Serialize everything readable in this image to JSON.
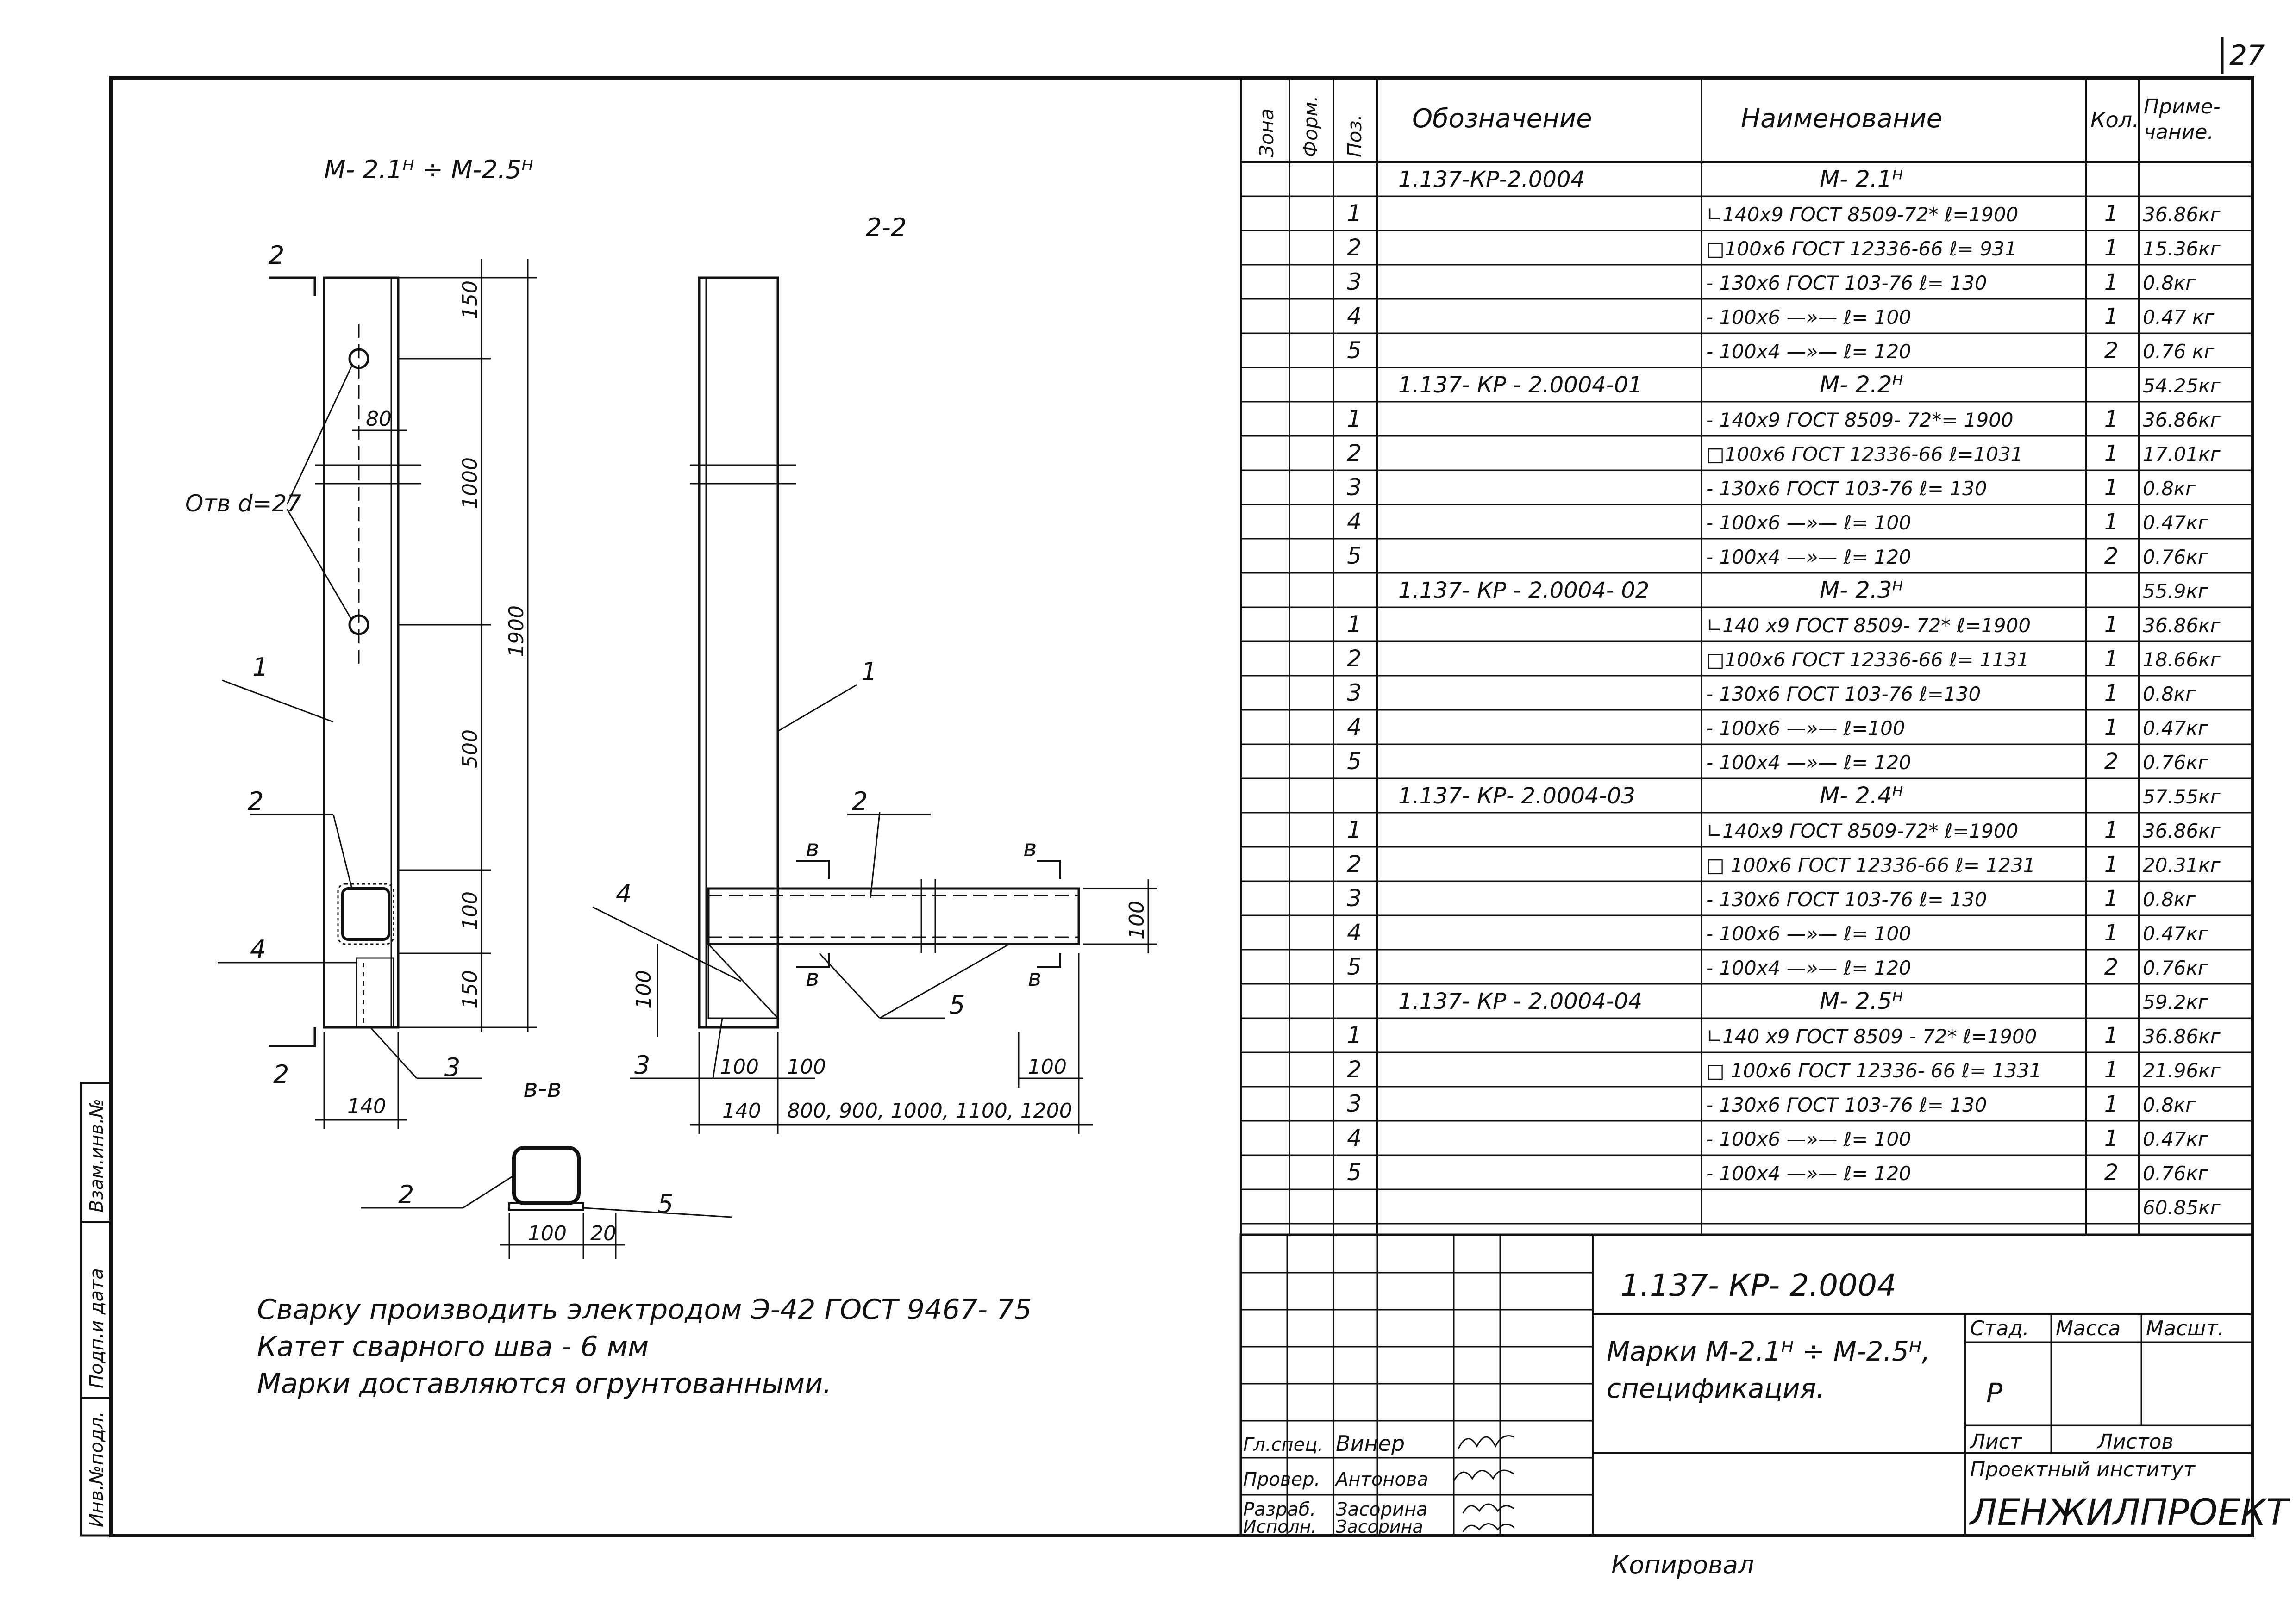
{
  "page_number": "27",
  "drawing": {
    "title": "М- 2.1ᴴ ÷ М-2.5ᴴ",
    "section_22": "2-2",
    "section_bb": "в-в",
    "holes_label": "Отв d=27",
    "cut_mark": "2",
    "bb_mark": "в",
    "dims_front": [
      "150",
      "1000",
      "1900",
      "500",
      "100",
      "150",
      "80",
      "140"
    ],
    "dims_side": [
      "100",
      "100",
      "100",
      "100",
      "140",
      "800, 900, 1000, 1100, 1200",
      "100"
    ],
    "dims_section": [
      "100",
      "20"
    ],
    "pos_labels": {
      "p1": "1",
      "p2": "2",
      "p3": "3",
      "p4": "4",
      "p5": "5"
    },
    "notes": [
      "Сварку производить электродом Э-42 ГОСТ 9467- 75",
      "Катет сварного шва - 6 мм",
      "Марки доставляются огрунтованными."
    ]
  },
  "stamp_left": [
    "Инв.№подл.",
    "Подп.и дата",
    "Взам.инв.№"
  ],
  "spec_table": {
    "headers": [
      "Зона",
      "Форм.",
      "Поз.",
      "Обозначение",
      "Наименование",
      "Кол.",
      "Приме-\nчание."
    ],
    "rows": [
      {
        "zone": "",
        "pos": "",
        "designation": "1.137-КР-2.0004",
        "name": "М- 2.1ᴴ",
        "qty": "",
        "note": ""
      },
      {
        "zone": "",
        "pos": "1",
        "designation": "",
        "name": "∟140x9 ГОСТ 8509-72* ℓ=1900",
        "qty": "1",
        "note": "36.86кг"
      },
      {
        "zone": "",
        "pos": "2",
        "designation": "",
        "name": "□100x6 ГОСТ 12336-66 ℓ= 931",
        "qty": "1",
        "note": "15.36кг"
      },
      {
        "zone": "",
        "pos": "3",
        "designation": "",
        "name": "- 130x6 ГОСТ 103-76 ℓ= 130",
        "qty": "1",
        "note": "0.8кг"
      },
      {
        "zone": "",
        "pos": "4",
        "designation": "",
        "name": "- 100x6   —»—   ℓ= 100",
        "qty": "1",
        "note": "0.47 кг"
      },
      {
        "zone": "",
        "pos": "5",
        "designation": "",
        "name": "- 100x4   —»—   ℓ= 120",
        "qty": "2",
        "note": "0.76 кг"
      },
      {
        "zone": "",
        "pos": "",
        "designation": "1.137- КР - 2.0004-01",
        "name": "М- 2.2ᴴ",
        "qty": "",
        "note": "54.25кг"
      },
      {
        "zone": "",
        "pos": "1",
        "designation": "",
        "name": "- 140x9 ГОСТ 8509- 72*= 1900",
        "qty": "1",
        "note": "36.86кг"
      },
      {
        "zone": "",
        "pos": "2",
        "designation": "",
        "name": "□100x6 ГОСТ 12336-66 ℓ=1031",
        "qty": "1",
        "note": "17.01кг"
      },
      {
        "zone": "",
        "pos": "3",
        "designation": "",
        "name": "- 130x6 ГОСТ 103-76 ℓ= 130",
        "qty": "1",
        "note": "0.8кг"
      },
      {
        "zone": "",
        "pos": "4",
        "designation": "",
        "name": "- 100x6   —»—   ℓ= 100",
        "qty": "1",
        "note": "0.47кг"
      },
      {
        "zone": "",
        "pos": "5",
        "designation": "",
        "name": "- 100x4   —»—   ℓ= 120",
        "qty": "2",
        "note": "0.76кг"
      },
      {
        "zone": "",
        "pos": "",
        "designation": "1.137- КР - 2.0004- 02",
        "name": "М- 2.3ᴴ",
        "qty": "",
        "note": "55.9кг"
      },
      {
        "zone": "",
        "pos": "1",
        "designation": "",
        "name": "∟140 x9 ГОСТ 8509- 72* ℓ=1900",
        "qty": "1",
        "note": "36.86кг"
      },
      {
        "zone": "",
        "pos": "2",
        "designation": "",
        "name": "□100x6 ГОСТ 12336-66 ℓ= 1131",
        "qty": "1",
        "note": "18.66кг"
      },
      {
        "zone": "",
        "pos": "3",
        "designation": "",
        "name": "- 130x6 ГОСТ 103-76 ℓ=130",
        "qty": "1",
        "note": "0.8кг"
      },
      {
        "zone": "",
        "pos": "4",
        "designation": "",
        "name": "- 100x6   —»—   ℓ=100",
        "qty": "1",
        "note": "0.47кг"
      },
      {
        "zone": "",
        "pos": "5",
        "designation": "",
        "name": "- 100x4   —»—   ℓ= 120",
        "qty": "2",
        "note": "0.76кг"
      },
      {
        "zone": "",
        "pos": "",
        "designation": "1.137- КР- 2.0004-03",
        "name": "М- 2.4ᴴ",
        "qty": "",
        "note": "57.55кг"
      },
      {
        "zone": "",
        "pos": "1",
        "designation": "",
        "name": "∟140x9 ГОСТ 8509-72* ℓ=1900",
        "qty": "1",
        "note": "36.86кг"
      },
      {
        "zone": "",
        "pos": "2",
        "designation": "",
        "name": "□ 100x6 ГОСТ 12336-66 ℓ= 1231",
        "qty": "1",
        "note": "20.31кг"
      },
      {
        "zone": "",
        "pos": "3",
        "designation": "",
        "name": "- 130x6 ГОСТ 103-76 ℓ= 130",
        "qty": "1",
        "note": "0.8кг"
      },
      {
        "zone": "",
        "pos": "4",
        "designation": "",
        "name": "- 100x6   —»—   ℓ= 100",
        "qty": "1",
        "note": "0.47кг"
      },
      {
        "zone": "",
        "pos": "5",
        "designation": "",
        "name": "- 100x4   —»—   ℓ= 120",
        "qty": "2",
        "note": "0.76кг"
      },
      {
        "zone": "",
        "pos": "",
        "designation": "1.137- КР - 2.0004-04",
        "name": "М- 2.5ᴴ",
        "qty": "",
        "note": "59.2кг"
      },
      {
        "zone": "",
        "pos": "1",
        "designation": "",
        "name": "∟140 x9 ГОСТ 8509 - 72* ℓ=1900",
        "qty": "1",
        "note": "36.86кг"
      },
      {
        "zone": "",
        "pos": "2",
        "designation": "",
        "name": "□ 100x6 ГОСТ 12336- 66 ℓ= 1331",
        "qty": "1",
        "note": "21.96кг"
      },
      {
        "zone": "",
        "pos": "3",
        "designation": "",
        "name": "- 130x6 ГОСТ 103-76 ℓ= 130",
        "qty": "1",
        "note": "0.8кг"
      },
      {
        "zone": "",
        "pos": "4",
        "designation": "",
        "name": "- 100x6   —»—   ℓ= 100",
        "qty": "1",
        "note": "0.47кг"
      },
      {
        "zone": "",
        "pos": "5",
        "designation": "",
        "name": "- 100x4   —»—   ℓ= 120",
        "qty": "2",
        "note": "0.76кг"
      },
      {
        "zone": "",
        "pos": "",
        "designation": "",
        "name": "",
        "qty": "",
        "note": "60.85кг"
      }
    ]
  },
  "title_block": {
    "code": "1.137- КР- 2.0004",
    "name_line1": "Марки М-2.1ᴴ ÷ М-2.5ᴴ,",
    "name_line2": "спецификация.",
    "stage_h": "Стад.",
    "mass_h": "Масса",
    "scale_h": "Масшт.",
    "stage": "Р",
    "sheet_h": "Лист",
    "sheets_h": "Листов",
    "institute": "Проектный институт",
    "org": "ЛЕНЖИЛПРОЕКТ",
    "roles": [
      {
        "role": "Гл.спец.",
        "name": "Винер"
      },
      {
        "role": "Провер.",
        "name": "Антонова"
      },
      {
        "role": "Разраб.",
        "name": "Засорина"
      },
      {
        "role": "Исполн.",
        "name": "Засорина"
      }
    ]
  },
  "copied_by": "Копировал"
}
